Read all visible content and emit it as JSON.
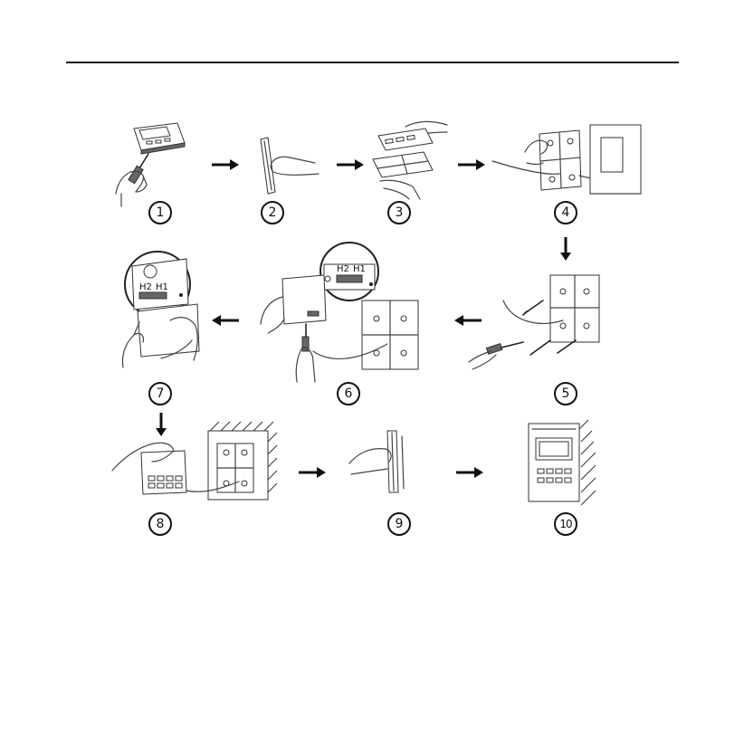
{
  "steps": [
    {
      "number": "1"
    },
    {
      "number": "2"
    },
    {
      "number": "3"
    },
    {
      "number": "4"
    },
    {
      "number": "5"
    },
    {
      "number": "6"
    },
    {
      "number": "7"
    },
    {
      "number": "8"
    },
    {
      "number": "9"
    },
    {
      "number": "10"
    }
  ],
  "terminal_labels": {
    "h2": "H2",
    "h1": "H1"
  },
  "icons": {
    "flow_arrow": "arrow-icon",
    "screwdriver": "screwdriver-icon",
    "screw": "screw-icon",
    "hand": "hand-icon"
  }
}
